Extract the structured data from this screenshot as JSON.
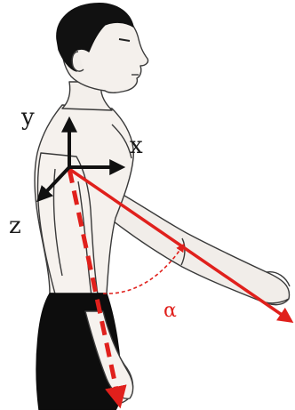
{
  "axes": {
    "x_label": "x",
    "y_label": "y",
    "z_label": "z",
    "color": "#111111"
  },
  "angle": {
    "label": "α",
    "color": "#e0201c"
  },
  "vectors": {
    "arm_raised": {
      "style": "solid",
      "color": "#e0201c"
    },
    "arm_down": {
      "style": "dashed",
      "color": "#e0201c"
    }
  },
  "figure": {
    "subject": "man-side-view-arm-raised",
    "skin_color": "#f4f0ec",
    "outline_color": "#3a3a3a",
    "hair_color": "#111111",
    "shorts_color": "#0d0d0d"
  }
}
